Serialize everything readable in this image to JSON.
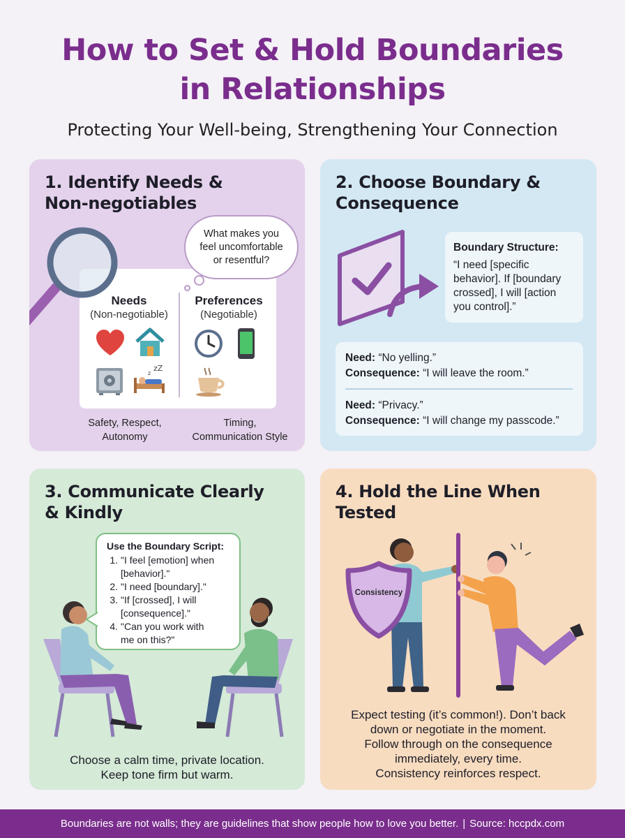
{
  "title_line1": "How to Set & Hold Boundaries",
  "title_line2": "in Relationships",
  "subtitle": "Protecting Your Well-being, Strengthening Your Connection",
  "panel1": {
    "title_line1": "1. Identify Needs &",
    "title_line2": "Non-negotiables",
    "question_line1": "What makes you",
    "question_line2": "feel uncomfortable",
    "question_line3": "or resentful?",
    "needs_title": "Needs",
    "needs_sub": "(Non-negotiable)",
    "prefs_title": "Preferences",
    "prefs_sub": "(Negotiable)",
    "needs_caption_line1": "Safety, Respect,",
    "needs_caption_line2": "Autonomy",
    "prefs_caption_line1": "Timing,",
    "prefs_caption_line2": "Communication Style",
    "icons": [
      "magnifier-icon",
      "heart-icon",
      "home-icon",
      "safe-icon",
      "sleep-icon",
      "clock-icon",
      "phone-icon",
      "coffee-icon"
    ]
  },
  "panel2": {
    "title_line1": "2. Choose Boundary &",
    "title_line2": "Consequence",
    "structure_title": "Boundary Structure:",
    "structure_line1": "“I need [specific",
    "structure_line2": "behavior]. If [boundary",
    "structure_line3": "crossed], I will [action",
    "structure_line4": "you control].”",
    "ex1_need_label": "Need:",
    "ex1_need": " “No yelling.”",
    "ex1_cons_label": "Consequence:",
    "ex1_cons": " “I will leave the room.”",
    "ex2_need_label": "Need:",
    "ex2_need": " “Privacy.”",
    "ex2_cons_label": "Consequence:",
    "ex2_cons": " “I will change my passcode.”"
  },
  "panel3": {
    "title_line1": "3. Communicate Clearly",
    "title_line2": "& Kindly",
    "script_title": "Use the Boundary Script:",
    "script": [
      {
        "n": "1.",
        "l1": "\"I feel [emotion] when",
        "l2": "[behavior].\""
      },
      {
        "n": "2.",
        "l1": "\"I need [boundary].\"",
        "l2": ""
      },
      {
        "n": "3.",
        "l1": "\"If [crossed], I will",
        "l2": "[consequence].\""
      },
      {
        "n": "4.",
        "l1": "\"Can you work with",
        "l2": "me on this?\""
      }
    ],
    "caption_line1": "Choose a calm time, private location.",
    "caption_line2": "Keep tone firm but warm."
  },
  "panel4": {
    "title_line1": "4. Hold the Line When",
    "title_line2": "Tested",
    "shield_label": "Consistency",
    "text_line1": "Expect testing (it’s common!). Don’t back",
    "text_line2": "down or negotiate in the moment.",
    "text_line3": "Follow through on the consequence",
    "text_line4": "immediately, every time.",
    "text_line5": "Consistency reinforces respect."
  },
  "footer": {
    "quote": "Boundaries are not walls; they are guidelines that show people how to love you better.",
    "separator": "|",
    "source": "Source: hccpdx.com"
  },
  "colors": {
    "title": "#7a2d8c",
    "panel1": "#e4d2ec",
    "panel2": "#d3e8f3",
    "panel3": "#d5ead7",
    "panel4": "#f8dcc0",
    "footer": "#7a2d8c"
  }
}
